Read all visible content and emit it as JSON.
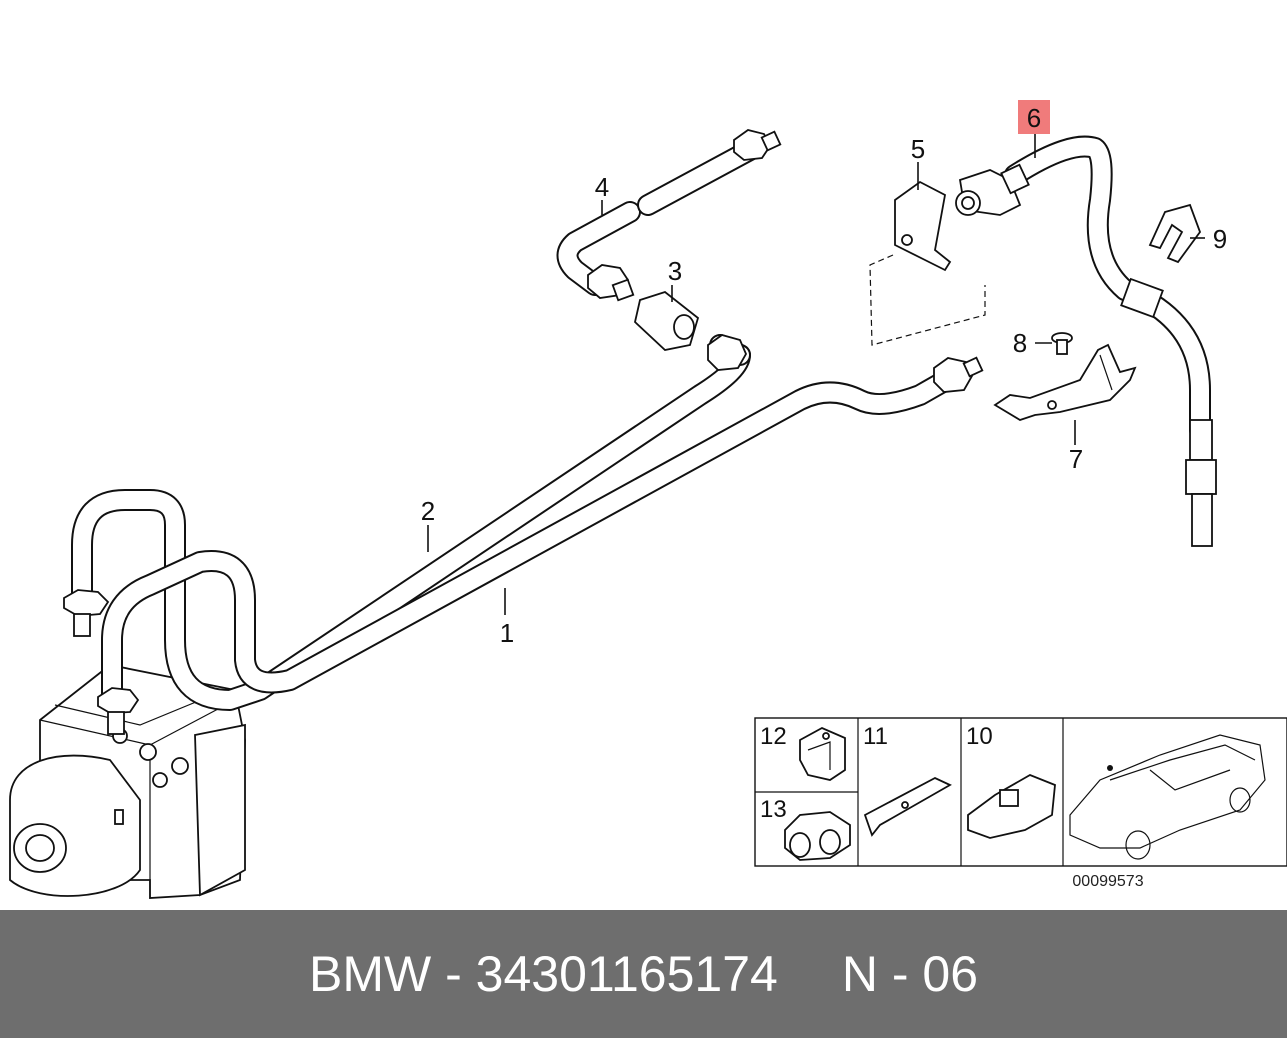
{
  "diagram": {
    "callouts": [
      {
        "id": "1",
        "text": "1"
      },
      {
        "id": "2",
        "text": "2"
      },
      {
        "id": "3",
        "text": "3"
      },
      {
        "id": "4",
        "text": "4"
      },
      {
        "id": "5",
        "text": "5"
      },
      {
        "id": "6",
        "text": "6",
        "highlighted": true,
        "highlight_color": "#f07b7b"
      },
      {
        "id": "7",
        "text": "7"
      },
      {
        "id": "8",
        "text": "8"
      },
      {
        "id": "9",
        "text": "9"
      }
    ],
    "inset": {
      "cells": [
        {
          "text": "12"
        },
        {
          "text": "11"
        },
        {
          "text": "10"
        },
        {
          "text": "13"
        }
      ],
      "reference_code": "00099573"
    }
  },
  "footer": {
    "brand": "BMW",
    "separator": "-",
    "part_number": "34301165174",
    "position_code": "N - 06",
    "background": "#6e6e6e",
    "text_color": "#ffffff"
  }
}
